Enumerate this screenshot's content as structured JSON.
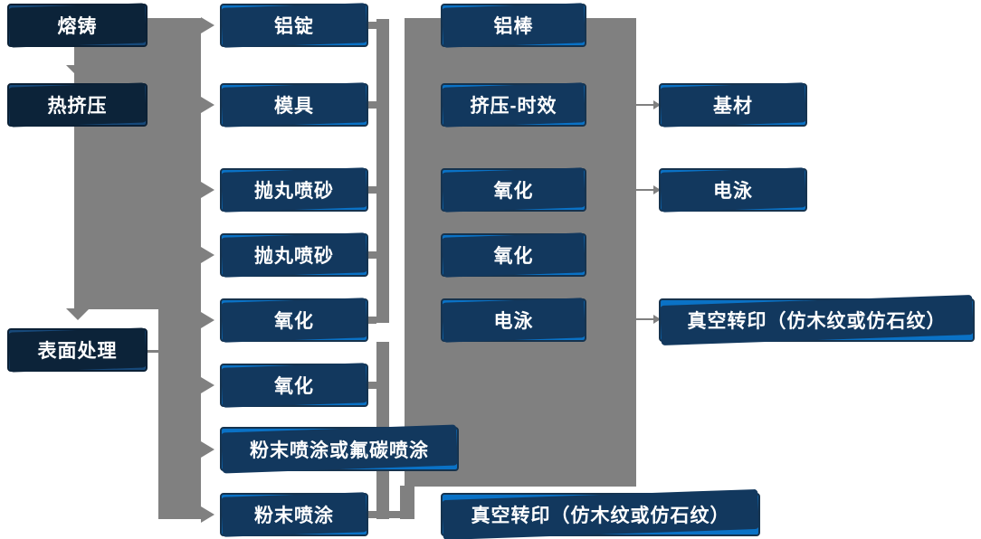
{
  "diagram": {
    "stages": [
      {
        "label": "熔铸"
      },
      {
        "label": "热挤压"
      },
      {
        "label": "表面处理"
      }
    ],
    "col2": [
      {
        "label": "铝锭"
      },
      {
        "label": "模具"
      },
      {
        "label": "抛丸喷砂"
      },
      {
        "label": "抛丸喷砂"
      },
      {
        "label": "氧化"
      },
      {
        "label": "氧化"
      },
      {
        "label": "粉末喷涂或氟碳喷涂"
      },
      {
        "label": "粉末喷涂"
      }
    ],
    "col3": [
      {
        "label": "铝棒"
      },
      {
        "label": "挤压-时效"
      },
      {
        "label": "氧化"
      },
      {
        "label": "氧化"
      },
      {
        "label": "电泳"
      },
      {
        "label": "真空转印（仿木纹或仿石纹）"
      }
    ],
    "col4": [
      {
        "label": "基材"
      },
      {
        "label": "电泳"
      },
      {
        "label": "真空转印（仿木纹或仿石纹）"
      }
    ]
  },
  "colors": {
    "box_blue": "#0a72c6",
    "box_navy": "#17497a",
    "connector_gray": "#808080",
    "shadow_blue": "#12385e",
    "shadow_navy": "#0c2339",
    "text": "#ffffff"
  }
}
